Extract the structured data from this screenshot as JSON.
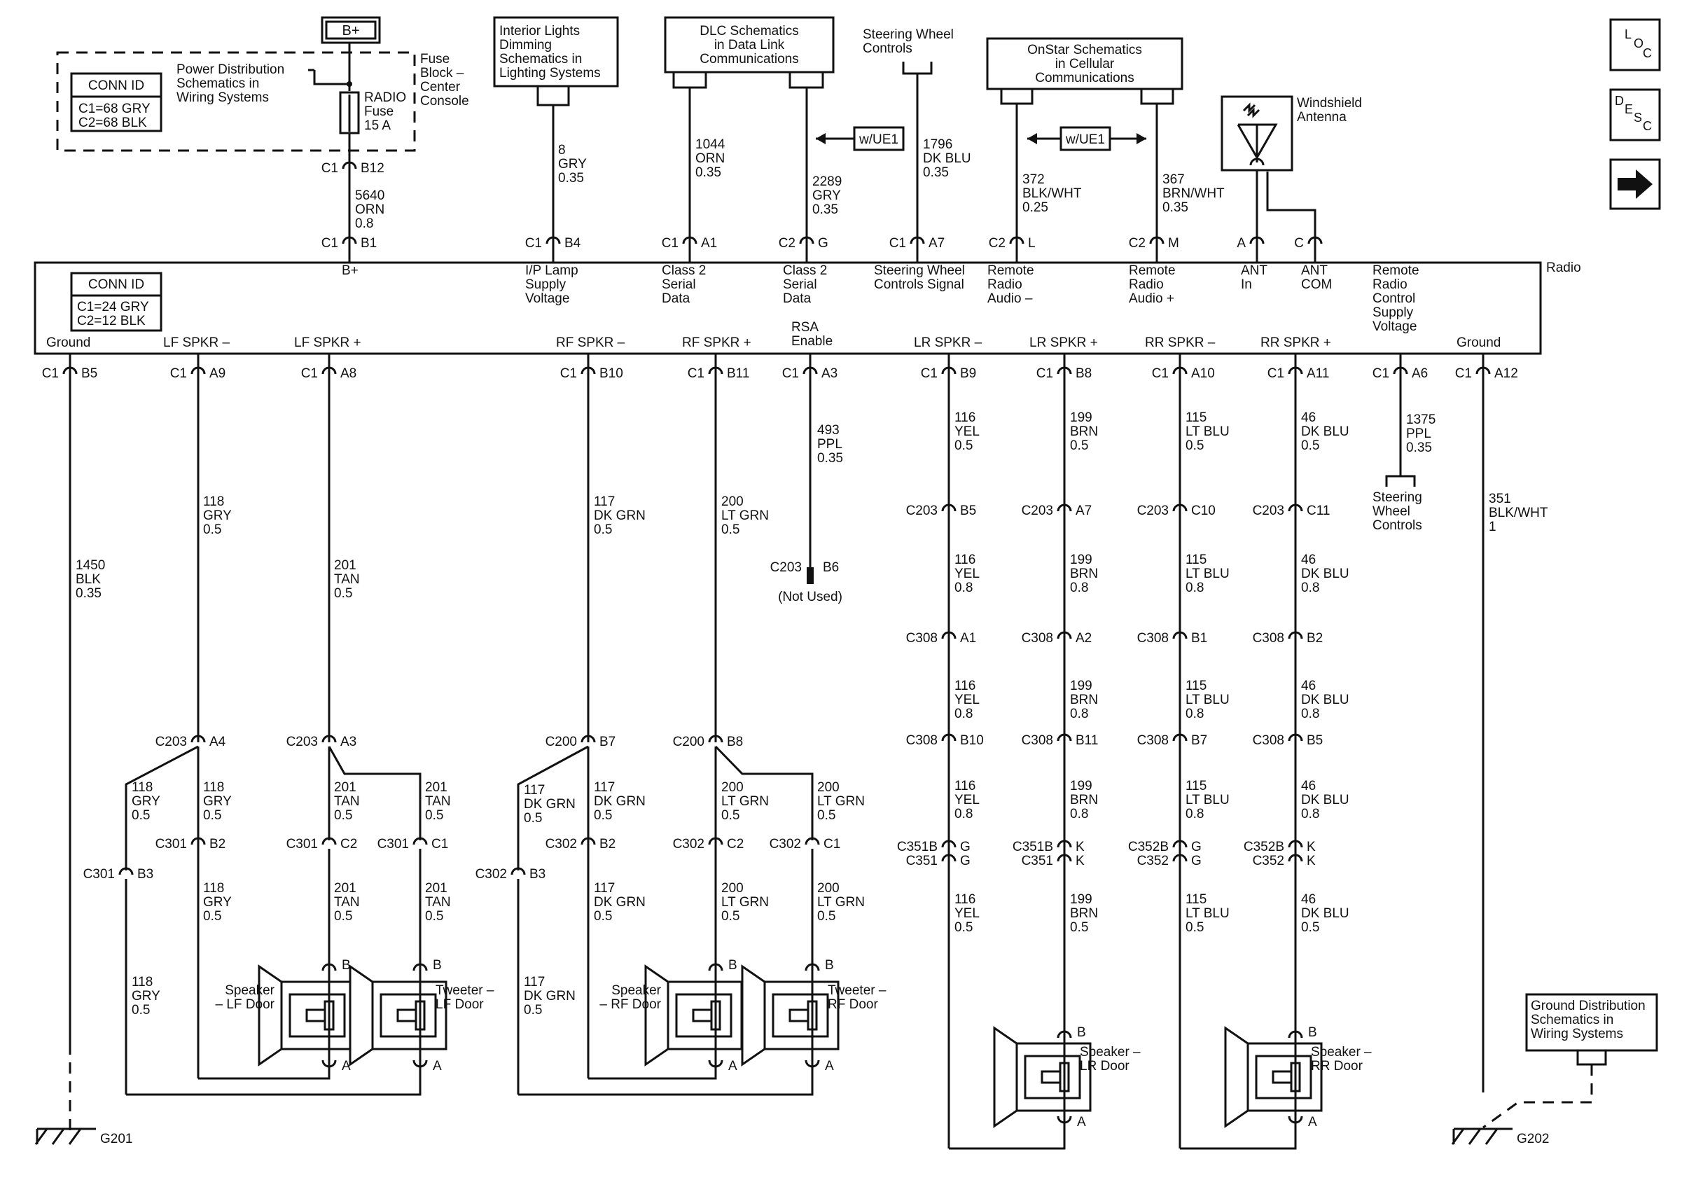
{
  "legend": {
    "title": "CONN ID",
    "fuse_block": {
      "lines": [
        "C1=68 GRY",
        "C2=68 BLK"
      ]
    },
    "radio": {
      "lines": [
        "C1=24 GRY",
        "C2=12 BLK"
      ]
    }
  },
  "nav": {
    "loc_icon": "loc-icon",
    "desc_icon": "desc-icon",
    "next_icon": "arrow-right-icon"
  },
  "power": {
    "label": "B+",
    "fuse_block_label": [
      "Fuse",
      "Block –",
      "Center",
      "Console"
    ],
    "pd_ref": [
      "Power Distribution",
      "Schematics in",
      "Wiring  Systems"
    ],
    "fuse": [
      "RADIO",
      "Fuse",
      "15 A"
    ]
  },
  "refs": {
    "interior": [
      "Interior Lights",
      "Dimming",
      "Schematics in",
      "Lighting Systems"
    ],
    "dlc": [
      "DLC Schematics",
      "in Data Link",
      "Communications"
    ],
    "steering": [
      "Steering Wheel",
      "Controls"
    ],
    "onstar": [
      "OnStar Schematics",
      "in Cellular",
      "Communications"
    ],
    "antenna": [
      "Windshield",
      "Antenna"
    ],
    "ground": [
      "Ground Distribution",
      "Schematics in",
      "Wiring Systems"
    ],
    "steering_bottom": [
      "Steering",
      "Wheel",
      "Controls"
    ]
  },
  "options": {
    "ue1": "w/UE1"
  },
  "radio": {
    "label": "Radio",
    "top_pins": [
      [
        "B+"
      ],
      [
        "I/P Lamp",
        "Supply",
        "Voltage"
      ],
      [
        "Class 2",
        "Serial",
        "Data"
      ],
      [
        "Class 2",
        "Serial",
        "Data"
      ],
      [
        "Steering Wheel",
        "Controls Signal"
      ],
      [
        "Remote",
        "Radio",
        "Audio –"
      ],
      [
        "Remote",
        "Radio",
        "Audio +"
      ],
      [
        "ANT",
        "In"
      ],
      [
        "ANT",
        "COM"
      ],
      [
        "Remote",
        "Radio",
        "Control",
        "Supply",
        "Voltage"
      ]
    ],
    "bottom_pins": [
      [
        "Ground"
      ],
      [
        "LF SPKR –"
      ],
      [
        "LF SPKR +"
      ],
      [
        "RF SPKR –"
      ],
      [
        "RF SPKR +"
      ],
      [
        "RSA",
        "Enable"
      ],
      [
        "LR SPKR –"
      ],
      [
        "LR SPKR +"
      ],
      [
        "RR SPKR –"
      ],
      [
        "RR SPKR +"
      ],
      [
        "Ground"
      ]
    ]
  },
  "connectors": {
    "fuse_c1": [
      "C1",
      "B12"
    ],
    "b_plus": [
      "C1",
      "B1"
    ],
    "ip_lamp": [
      "C1",
      "B4"
    ],
    "class2_a1": [
      "C1",
      "A1"
    ],
    "class2_g": [
      "C2",
      "G"
    ],
    "steering": [
      "C1",
      "A7"
    ],
    "audio_l": [
      "C2",
      "L"
    ],
    "audio_m": [
      "C2",
      "M"
    ],
    "ant_in": [
      "A"
    ],
    "ant_com": [
      "C"
    ],
    "gnd_b5": [
      "C1",
      "B5"
    ],
    "lf_minus": [
      "C1",
      "A9"
    ],
    "lf_plus": [
      "C1",
      "A8"
    ],
    "rf_minus": [
      "C1",
      "B10"
    ],
    "rf_plus": [
      "C1",
      "B11"
    ],
    "rsa": [
      "C1",
      "A3"
    ],
    "lr_minus": [
      "C1",
      "B9"
    ],
    "lr_plus": [
      "C1",
      "B8"
    ],
    "rr_minus": [
      "C1",
      "A10"
    ],
    "rr_plus": [
      "C1",
      "A11"
    ],
    "remote_supply": [
      "C1",
      "A6"
    ],
    "gnd_a12": [
      "C1",
      "A12"
    ],
    "c203_a4": [
      "C203",
      "A4"
    ],
    "c203_a3": [
      "C203",
      "A3"
    ],
    "c200_b7": [
      "C200",
      "B7"
    ],
    "c200_b8": [
      "C200",
      "B8"
    ],
    "c301_b2": [
      "C301",
      "B2"
    ],
    "c301_c2": [
      "C301",
      "C2"
    ],
    "c301_c1": [
      "C301",
      "C1"
    ],
    "c301_b3": [
      "C301",
      "B3"
    ],
    "c302_b3": [
      "C302",
      "B3"
    ],
    "c302_b2": [
      "C302",
      "B2"
    ],
    "c302_c2": [
      "C302",
      "C2"
    ],
    "c302_c1": [
      "C302",
      "C1"
    ],
    "rsa_end": [
      "C203",
      "B6"
    ],
    "not_used": "(Not Used)",
    "c203_b5": [
      "C203",
      "B5"
    ],
    "c203_a7": [
      "C203",
      "A7"
    ],
    "c203_c10": [
      "C203",
      "C10"
    ],
    "c203_c11": [
      "C203",
      "C11"
    ],
    "c308_a1": [
      "C308",
      "A1"
    ],
    "c308_a2": [
      "C308",
      "A2"
    ],
    "c308_b1": [
      "C308",
      "B1"
    ],
    "c308_b2": [
      "C308",
      "B2"
    ],
    "c308_b10": [
      "C308",
      "B10"
    ],
    "c308_b11": [
      "C308",
      "B11"
    ],
    "c308_b7": [
      "C308",
      "B7"
    ],
    "c308_b5": [
      "C308",
      "B5"
    ],
    "c351_g": [
      "C351B",
      "G",
      "C351",
      "G"
    ],
    "c351_k": [
      "C351B",
      "K",
      "C351",
      "K"
    ],
    "c352_g": [
      "C352B",
      "G",
      "C352",
      "G"
    ],
    "c352_k": [
      "C352B",
      "K",
      "C352",
      "K"
    ]
  },
  "wires": {
    "fuse_radio": [
      "5640",
      "ORN",
      "0.8"
    ],
    "ip_lamp": [
      "8",
      "GRY",
      "0.35"
    ],
    "class2_a1": [
      "1044",
      "ORN",
      "0.35"
    ],
    "class2_g": [
      "2289",
      "GRY",
      "0.35"
    ],
    "steering": [
      "1796",
      "DK BLU",
      "0.35"
    ],
    "audio_minus": [
      "372",
      "BLK/WHT",
      "0.25"
    ],
    "audio_plus": [
      "367",
      "BRN/WHT",
      "0.35"
    ],
    "ground_b5": [
      "1450",
      "BLK",
      "0.35"
    ],
    "lf_minus": [
      "118",
      "GRY",
      "0.5"
    ],
    "lf_plus": [
      "201",
      "TAN",
      "0.5"
    ],
    "rf_minus": [
      "117",
      "DK GRN",
      "0.5"
    ],
    "rf_plus": [
      "200",
      "LT GRN",
      "0.5"
    ],
    "rsa": [
      "493",
      "PPL",
      "0.35"
    ],
    "lr_minus_1": [
      "116",
      "YEL",
      "0.5"
    ],
    "lr_minus_08": [
      "116",
      "YEL",
      "0.8"
    ],
    "lr_plus_1": [
      "199",
      "BRN",
      "0.5"
    ],
    "lr_plus_08": [
      "199",
      "BRN",
      "0.8"
    ],
    "rr_minus_1": [
      "115",
      "LT BLU",
      "0.5"
    ],
    "rr_minus_08": [
      "115",
      "LT BLU",
      "0.8"
    ],
    "rr_plus_1": [
      "46",
      "DK BLU",
      "0.5"
    ],
    "rr_plus_08": [
      "46",
      "DK BLU",
      "0.8"
    ],
    "remote_supply": [
      "1375",
      "PPL",
      "0.35"
    ],
    "ground_a12": [
      "351",
      "BLK/WHT",
      "1"
    ]
  },
  "speakers": {
    "lf_door": [
      "Speaker",
      "– LF Door"
    ],
    "lf_tweeter": [
      "Tweeter –",
      "LF Door"
    ],
    "rf_door": [
      "Speaker",
      "– RF Door"
    ],
    "rf_tweeter": [
      "Tweeter –",
      "RF Door"
    ],
    "lr_door": [
      "Speaker –",
      "LR Door"
    ],
    "rr_door": [
      "Speaker –",
      "RR Door"
    ],
    "terminals": {
      "b": "B",
      "a": "A"
    }
  },
  "grounds": {
    "g201": "G201",
    "g202": "G202"
  }
}
